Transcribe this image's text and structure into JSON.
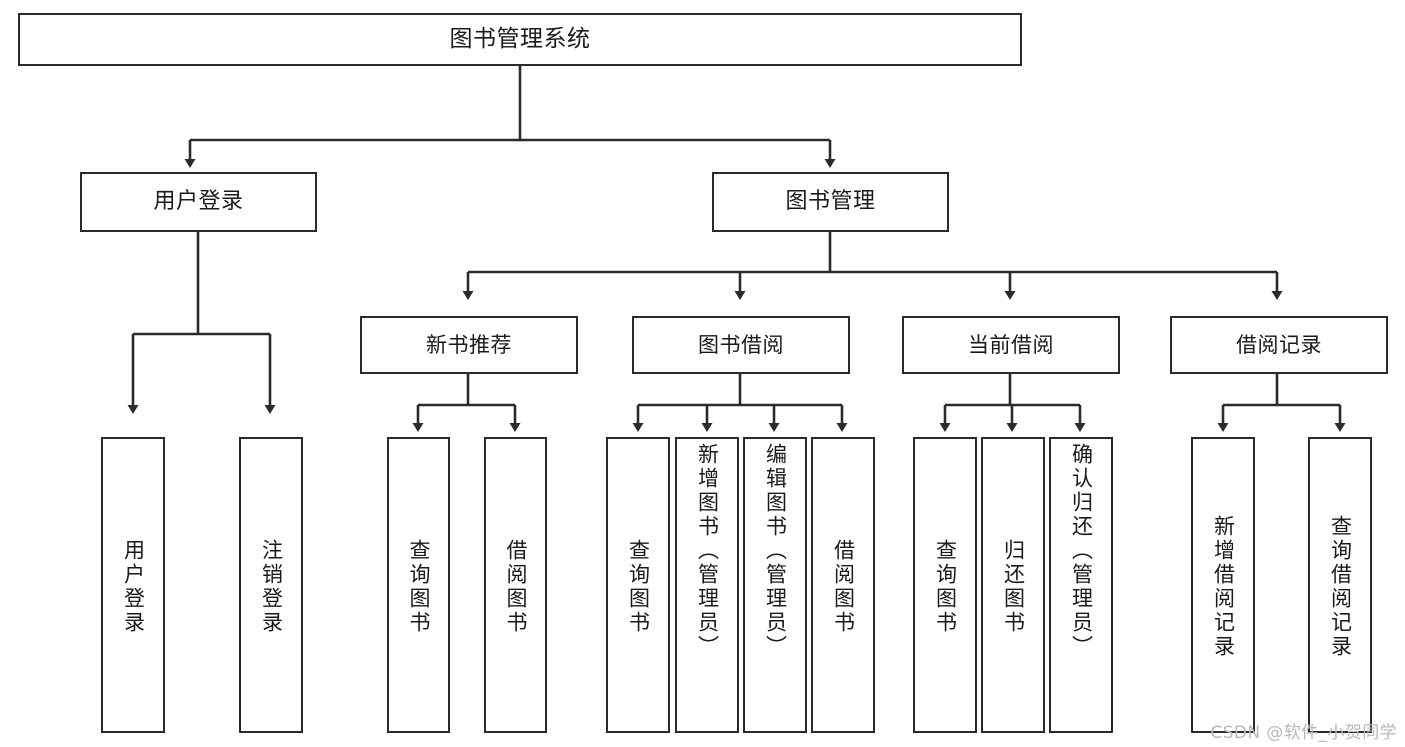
{
  "diagram": {
    "title": "图书管理系统",
    "type": "tree-functional-structure",
    "watermark": "CSDN @软件_小贺同学",
    "colors": {
      "box_border": "#2b2b2b",
      "box_fill": "#ffffff",
      "line": "#2b2b2b",
      "text": "#1a1a1a",
      "watermark": "#b9b9b9"
    },
    "nodes": {
      "root": {
        "label": "图书管理系统"
      },
      "level2": [
        {
          "id": "user-login",
          "label": "用户登录"
        },
        {
          "id": "book-manage",
          "label": "图书管理"
        }
      ],
      "level3": [
        {
          "id": "new-book-recommend",
          "label": "新书推荐"
        },
        {
          "id": "book-borrow",
          "label": "图书借阅"
        },
        {
          "id": "current-borrow",
          "label": "当前借阅"
        },
        {
          "id": "borrow-record",
          "label": "借阅记录"
        }
      ],
      "leaves": {
        "user_login": [
          {
            "id": "leaf-user-login",
            "label": "用户登录"
          },
          {
            "id": "leaf-logout",
            "label": "注销登录"
          }
        ],
        "new_book_recommend": [
          {
            "id": "leaf-query-book-1",
            "label": "查询图书"
          },
          {
            "id": "leaf-borrow-book-1",
            "label": "借阅图书"
          }
        ],
        "book_borrow": [
          {
            "id": "leaf-query-book-2",
            "label": "查询图书"
          },
          {
            "id": "leaf-add-book",
            "label": "新增图书（管理员）"
          },
          {
            "id": "leaf-edit-book",
            "label": "编辑图书（管理员）"
          },
          {
            "id": "leaf-borrow-book-2",
            "label": "借阅图书"
          }
        ],
        "current_borrow": [
          {
            "id": "leaf-query-book-3",
            "label": "查询图书"
          },
          {
            "id": "leaf-return-book",
            "label": "归还图书"
          },
          {
            "id": "leaf-confirm-return",
            "label": "确认归还（管理员）"
          }
        ],
        "borrow_record": [
          {
            "id": "leaf-add-record",
            "label": "新增借阅记录"
          },
          {
            "id": "leaf-query-record",
            "label": "查询借阅记录"
          }
        ]
      }
    }
  }
}
